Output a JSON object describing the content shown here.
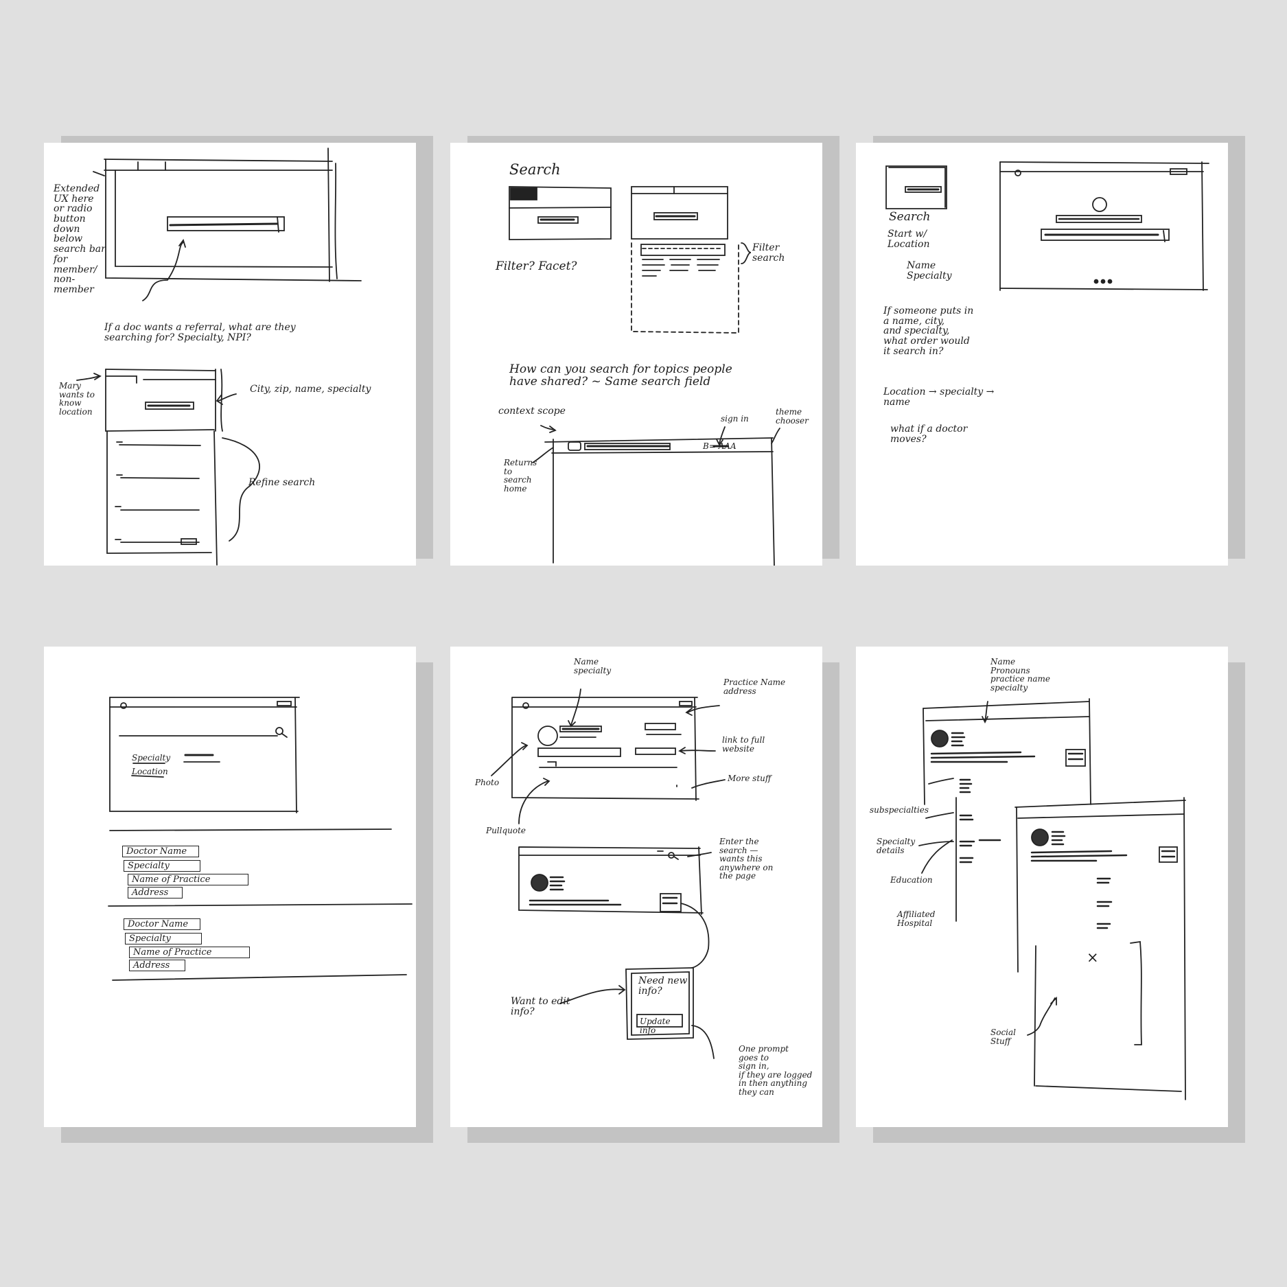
{
  "colors": {
    "background": "#e0e0e0",
    "sheet": "#ffffff",
    "shadow": "#c3c3c3",
    "ink": "#1d1d1d"
  },
  "sheets": [
    {
      "id": "sheet-1",
      "notes": {
        "extended": "Extended\nUX here\nor radio\nbutton\ndown\nbelow\nsearch bar\nfor\nmember/\nnon-member",
        "referral": "If a doc wants a referral, what are they\nsearching for? Specialty, NPI?",
        "location": "Mary\nwants to\nknow\nlocation",
        "city": "City, zip, name, specialty",
        "refine": "Refine search"
      }
    },
    {
      "id": "sheet-2",
      "notes": {
        "search": "Search",
        "filter": "Filter? Facet?",
        "filter_search": "Filter\nsearch",
        "topics": "How can you search for topics people\nhave shared? ~ Same search field",
        "context": "context scope",
        "returns": "Returns\nto\nsearch\nhome",
        "sign_in": "sign in",
        "theme": "theme\nchooser",
        "header_text": "B= AAA"
      }
    },
    {
      "id": "sheet-3",
      "notes": {
        "search": "Search",
        "start": "Start w/\nLocation",
        "name_spec": "Name\nSpecialty",
        "if_someone": "If someone puts in\na name, city,\nand specialty,\nwhat order would\nit search in?",
        "order": "Location → specialty →\nname",
        "moves": "what if a doctor\nmoves?"
      }
    },
    {
      "id": "sheet-4",
      "filters": {
        "specialty": "Specialty",
        "location": "Location"
      },
      "results": [
        {
          "doctor": "Doctor Name",
          "specialty": "Specialty",
          "practice": "Name of Practice",
          "address": "Address"
        },
        {
          "doctor": "Doctor Name",
          "specialty": "Specialty",
          "practice": "Name of Practice",
          "address": "Address"
        }
      ]
    },
    {
      "id": "sheet-5",
      "notes": {
        "name_spec": "Name\nspecialty",
        "practice": "Practice Name\naddress",
        "link": "link to full\nwebsite",
        "photo": "Photo",
        "more": "More stuff",
        "pullquote": "Pullquote",
        "enter": "Enter the\nsearch —\nwants this\nanywhere on\nthe page",
        "need": "Need new\ninfo?",
        "update": "Update info",
        "want_edit": "Want to edit\ninfo?",
        "prompt": "One prompt\ngoes to\nsign in,\nif they are logged\nin then anything\nthey can"
      }
    },
    {
      "id": "sheet-6",
      "notes": {
        "name_top": "Name\nPronouns\npractice name\nspecialty",
        "subspec": "subspecialties",
        "details": "Specialty\ndetails",
        "education": "Education",
        "affiliated": "Affiliated\nHospital",
        "social": "Social\nStuff",
        "x_mark": "×"
      }
    }
  ]
}
